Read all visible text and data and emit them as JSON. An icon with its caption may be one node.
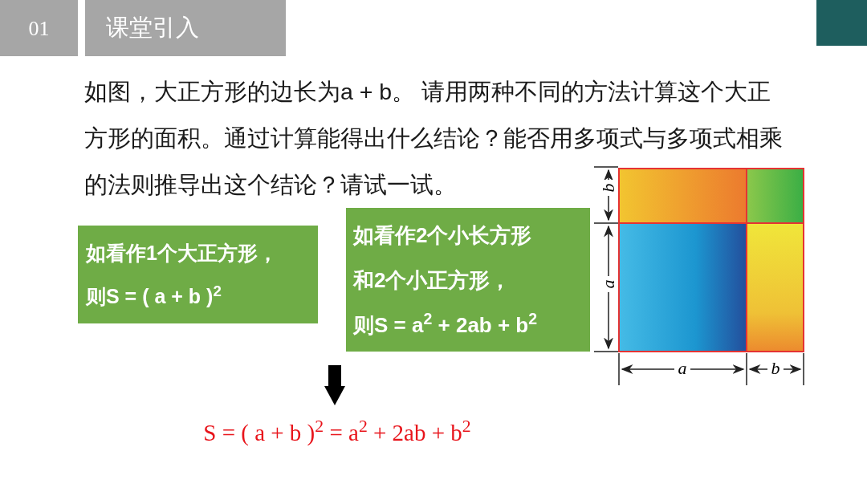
{
  "diagram": {
    "nodes": [
      {
        "text": [
          "01"
        ]
      },
      {
        "text": [
          "课堂引入"
        ]
      },
      {
        "text": [
          "如看作1个大正方形，",
          "则S = ( a + b )$^{2}$"
        ]
      },
      {
        "text": [
          "如看作2个小长方形和2个小正方形，",
          "则S = a$^{2}$ + 2ab + b$^{2}$"
        ]
      },
      {
        "text": [
          "S = ( a + b )$^{2}$ = a$^{2}$ + 2ab + b$^{2}$"
        ]
      }
    ],
    "edges": [
      {
        "from": null,
        "to": 4,
        "arrow": "to"
      }
    ],
    "labels": [
      "如图，大正方形的边长为a + b。 请用两种不同的方法计算这个大正方形的面积。通过计算能得出什么结论？能否用多项式与多项式相乘的法则推导出这个结论？请试一试。",
      "b",
      "a",
      "a",
      "b"
    ]
  }
}
